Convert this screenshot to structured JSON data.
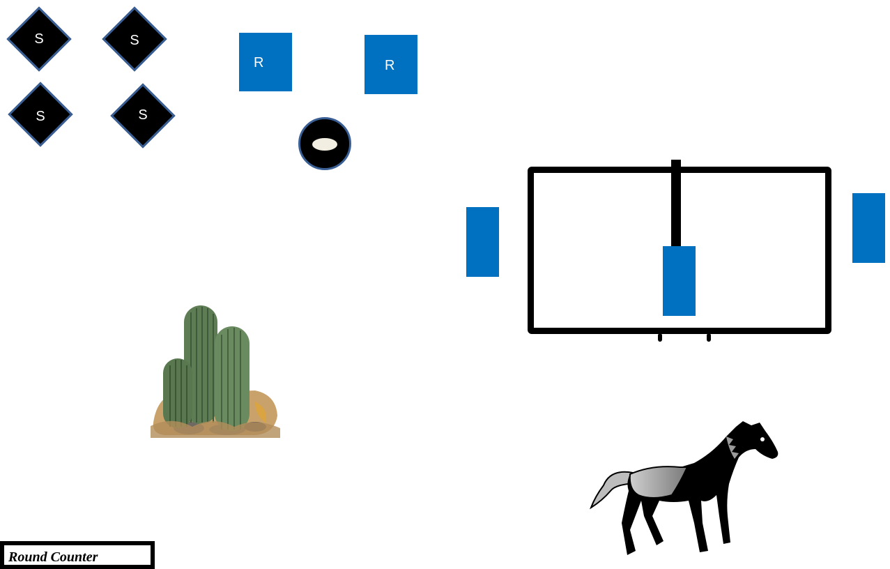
{
  "stations": {
    "s_label_1": "S",
    "s_label_2": "S",
    "s_label_3": "S",
    "s_label_4": "S"
  },
  "markers": {
    "r_label_1": "R",
    "r_label_2": "R"
  },
  "footer": {
    "label": "Round Counter"
  },
  "colors": {
    "diamond_fill": "#000000",
    "diamond_border": "#3a5f95",
    "marker_blue": "#0070c0",
    "barrel_center": "#f2efe2"
  },
  "icons": {
    "cactus": "cactus-icon",
    "horse": "horse-icon",
    "barrel": "barrel-icon"
  }
}
